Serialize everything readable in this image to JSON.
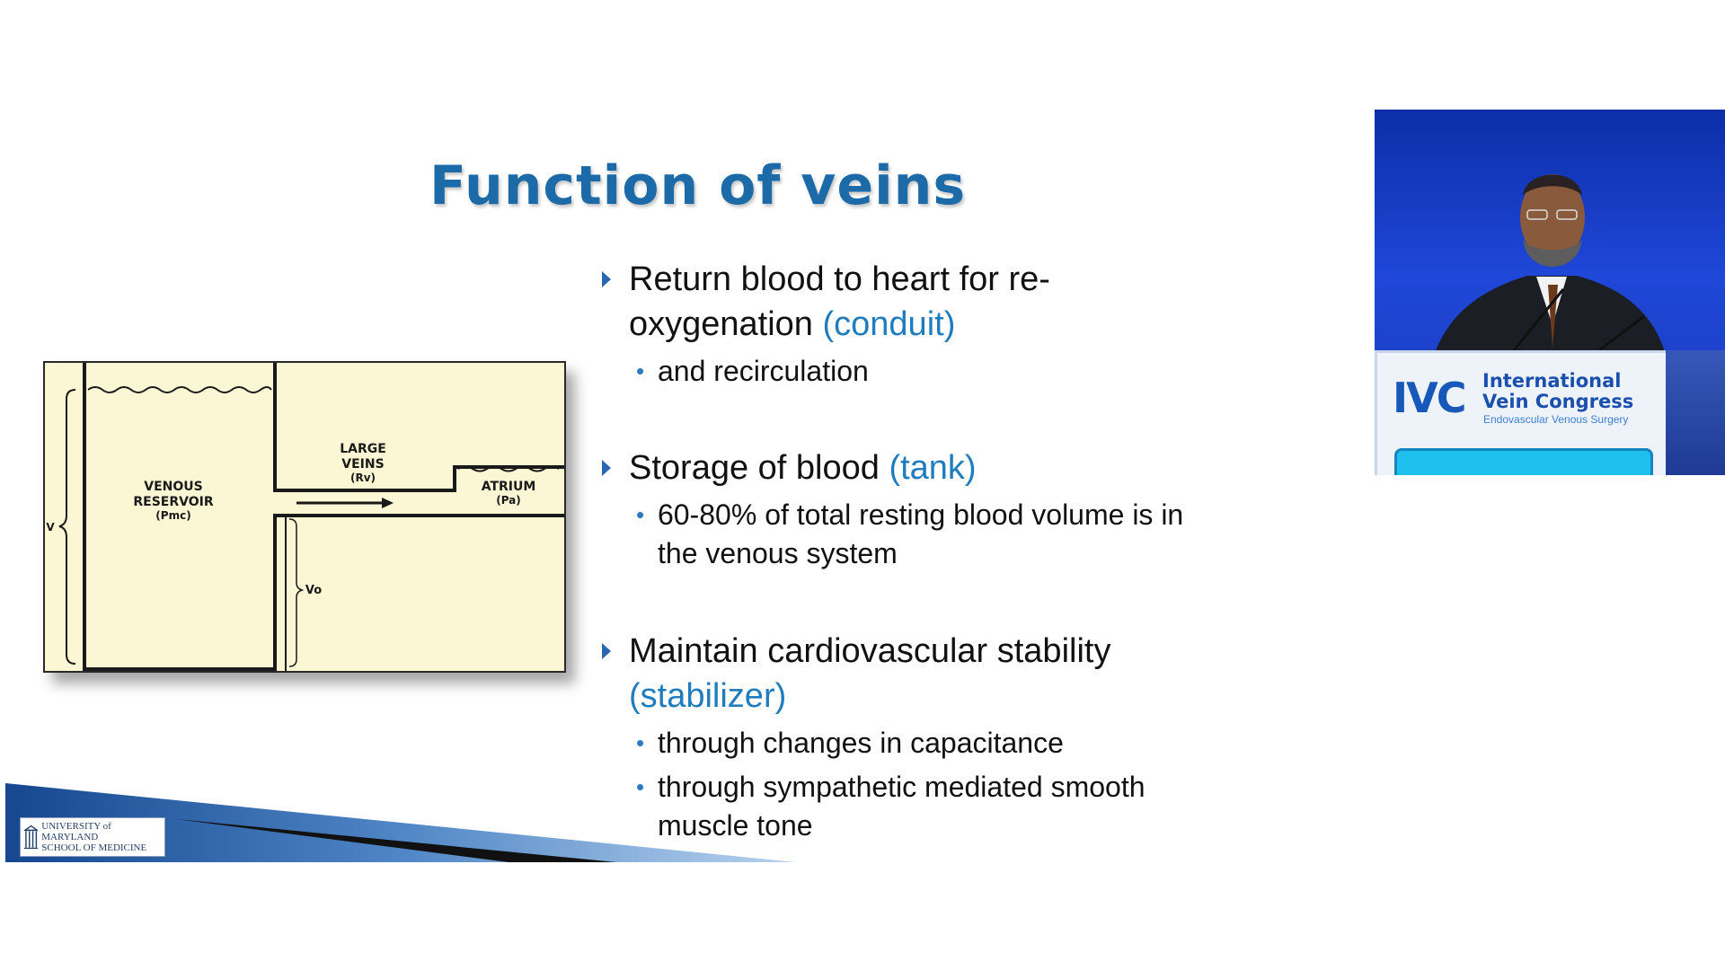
{
  "slide": {
    "title": "Function of veins",
    "bullets": [
      {
        "main_line1": "Return blood to heart for re-",
        "main_line2_text": "oxygenation ",
        "main_line2_accent": "(conduit)",
        "subs": [
          "and recirculation"
        ]
      },
      {
        "main_text": "Storage of blood ",
        "main_accent": "(tank)",
        "subs": [
          "60-80% of total resting blood volume is in",
          "the venous system"
        ]
      },
      {
        "main_line1": "Maintain cardiovascular stability",
        "main_accent": "(stabilizer)",
        "subs": [
          "through changes in capacitance",
          "through sympathetic mediated smooth",
          "muscle tone"
        ]
      }
    ]
  },
  "diagram": {
    "venous_reservoir": "VENOUS",
    "venous_reservoir_2": "RESERVOIR",
    "venous_reservoir_symbol": "(Pmc)",
    "large_veins": "LARGE",
    "large_veins_2": "VEINS",
    "large_veins_symbol": "(Rv)",
    "atrium": "ATRIUM",
    "atrium_symbol": "(Pa)",
    "v_label": "V",
    "vo_label": "Vo"
  },
  "footer": {
    "logo_line1": "UNIVERSITY of MARYLAND",
    "logo_line2": "SCHOOL OF MEDICINE"
  },
  "video": {
    "logo_mark": "IVC",
    "name_line1": "International",
    "name_line2": "Vein Congress",
    "tagline": "Endovascular Venous Surgery"
  },
  "colors": {
    "title": "#1c6aa8",
    "accent": "#1f7dbf",
    "diagram_bg": "#fbf6d4"
  }
}
